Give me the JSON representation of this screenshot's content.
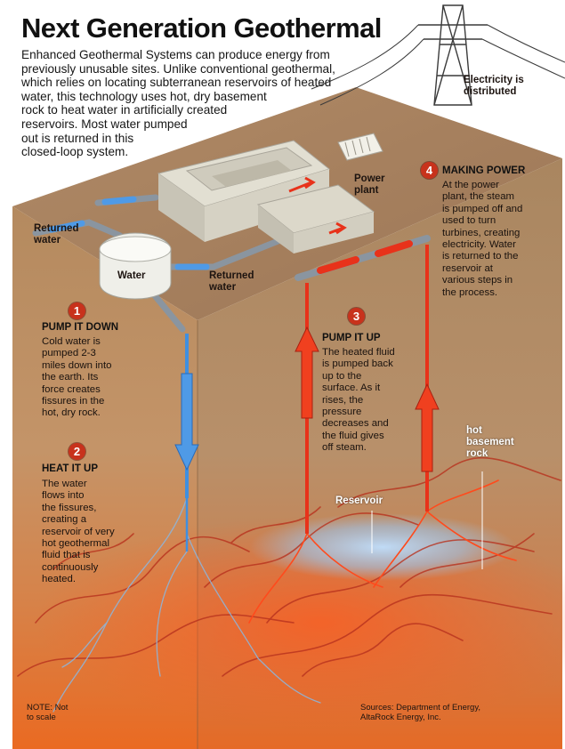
{
  "title": "Next Generation Geothermal",
  "intro": {
    "lines": [
      "Enhanced Geothermal Systems can produce energy from",
      "previously unusable sites. Unlike conventional geothermal,",
      "which relies on locating subterranean reservoirs of heated",
      "water, this technology uses hot, dry basement",
      "rock to heat water in artificially created",
      "reservoirs. Most water pumped",
      "out is returned in this",
      "closed-loop system."
    ]
  },
  "labels": {
    "electricity": [
      "Electricity is",
      "distributed"
    ],
    "power_plant": [
      "Power",
      "plant"
    ],
    "returned_water_left": [
      "Returned",
      "water"
    ],
    "water_tank": "Water",
    "returned_water_bottom": [
      "Returned",
      "water"
    ],
    "reservoir": "Reservoir",
    "hot_rock": [
      "hot",
      "basement",
      "rock"
    ]
  },
  "steps": [
    {
      "number": "1",
      "heading": "PUMP IT DOWN",
      "lines": [
        "Cold water is",
        "pumped 2-3",
        "miles down into",
        "the earth. Its",
        "force creates",
        "fissures in the",
        "hot, dry rock."
      ]
    },
    {
      "number": "2",
      "heading": "HEAT IT UP",
      "lines": [
        "The water",
        "flows into",
        "the fissures,",
        "creating a",
        "reservoir of very",
        "hot geothermal",
        "fluid that is",
        "continuously",
        "heated."
      ]
    },
    {
      "number": "3",
      "heading": "PUMP IT UP",
      "lines": [
        "The heated fluid",
        "is pumped back",
        "up to the",
        "surface. As it",
        "rises, the",
        "pressure",
        "decreases and",
        "the fluid gives",
        "off steam."
      ]
    },
    {
      "number": "4",
      "heading": "MAKING POWER",
      "lines": [
        "At the power",
        "plant, the steam",
        "is pumped off and",
        "used to turn",
        "turbines, creating",
        "electricity. Water",
        "is returned to the",
        "reservoir at",
        "various steps in",
        "the process."
      ]
    }
  ],
  "note": [
    "NOTE: Not",
    "to scale"
  ],
  "sources": [
    "Sources: Department of Energy,",
    "AltaRock Energy, Inc."
  ],
  "colors": {
    "cold_water": "#3f8fe0",
    "hot_fluid": "#e8321a",
    "badge": "#c8321c",
    "earth_top": "#a88262",
    "earth_front": "#b88d62",
    "earth_right": "#a37f5d"
  }
}
